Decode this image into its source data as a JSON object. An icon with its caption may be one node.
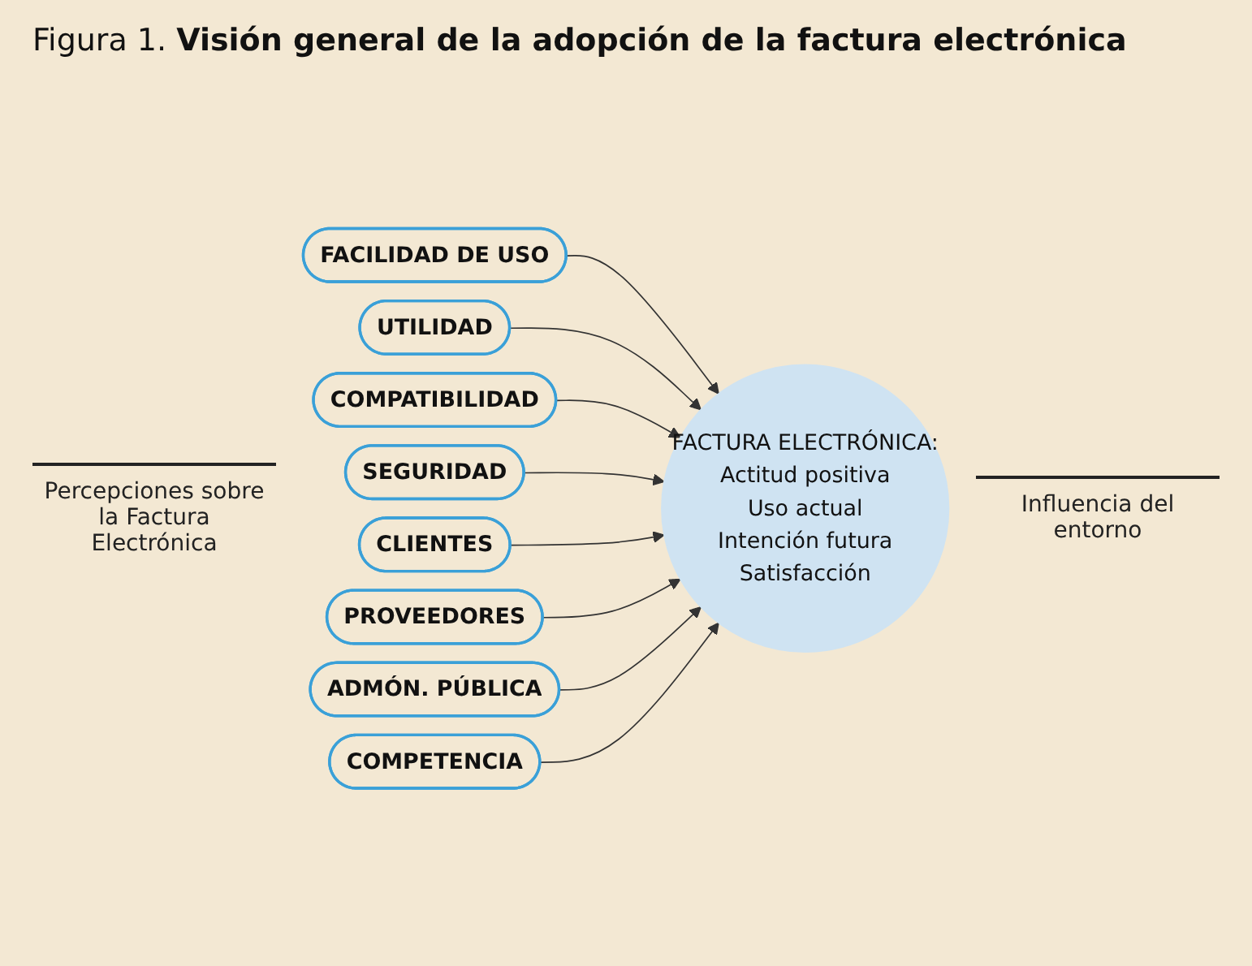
{
  "diagram": {
    "title": "Figura 1. **Visión general de la adopción de la factura electrónica**",
    "nodes": [
      {
        "text": [
          "FACILIDAD DE USO"
        ]
      },
      {
        "text": [
          "UTILIDAD"
        ]
      },
      {
        "text": [
          "COMPATIBILIDAD"
        ]
      },
      {
        "text": [
          "SEGURIDAD"
        ]
      },
      {
        "text": [
          "FACTURA ELECTRÓNICA:",
          "Actitud positiva",
          "Uso actual",
          "Intención futura",
          "Satisfacción"
        ]
      },
      {
        "text": [
          "CLIENTES"
        ]
      },
      {
        "text": [
          "PROVEEDORES"
        ]
      },
      {
        "text": [
          "ADMÓN. PÚBLICA"
        ]
      },
      {
        "text": [
          "COMPETENCIA"
        ]
      }
    ],
    "edges": [
      {
        "from": 0,
        "to": 4,
        "arrow": "to"
      },
      {
        "from": 1,
        "to": 4,
        "arrow": "to"
      },
      {
        "from": 2,
        "to": 4,
        "arrow": "to"
      },
      {
        "from": 3,
        "to": 4,
        "arrow": "to"
      },
      {
        "from": 5,
        "to": 4,
        "arrow": "to"
      },
      {
        "from": 6,
        "to": 4,
        "arrow": "to"
      },
      {
        "from": 7,
        "to": 4,
        "arrow": "to"
      },
      {
        "from": 8,
        "to": 4,
        "arrow": "to"
      }
    ],
    "labels": [
      "Percepciones sobre la Factura Electrónica",
      "Influencia del entorno"
    ]
  }
}
